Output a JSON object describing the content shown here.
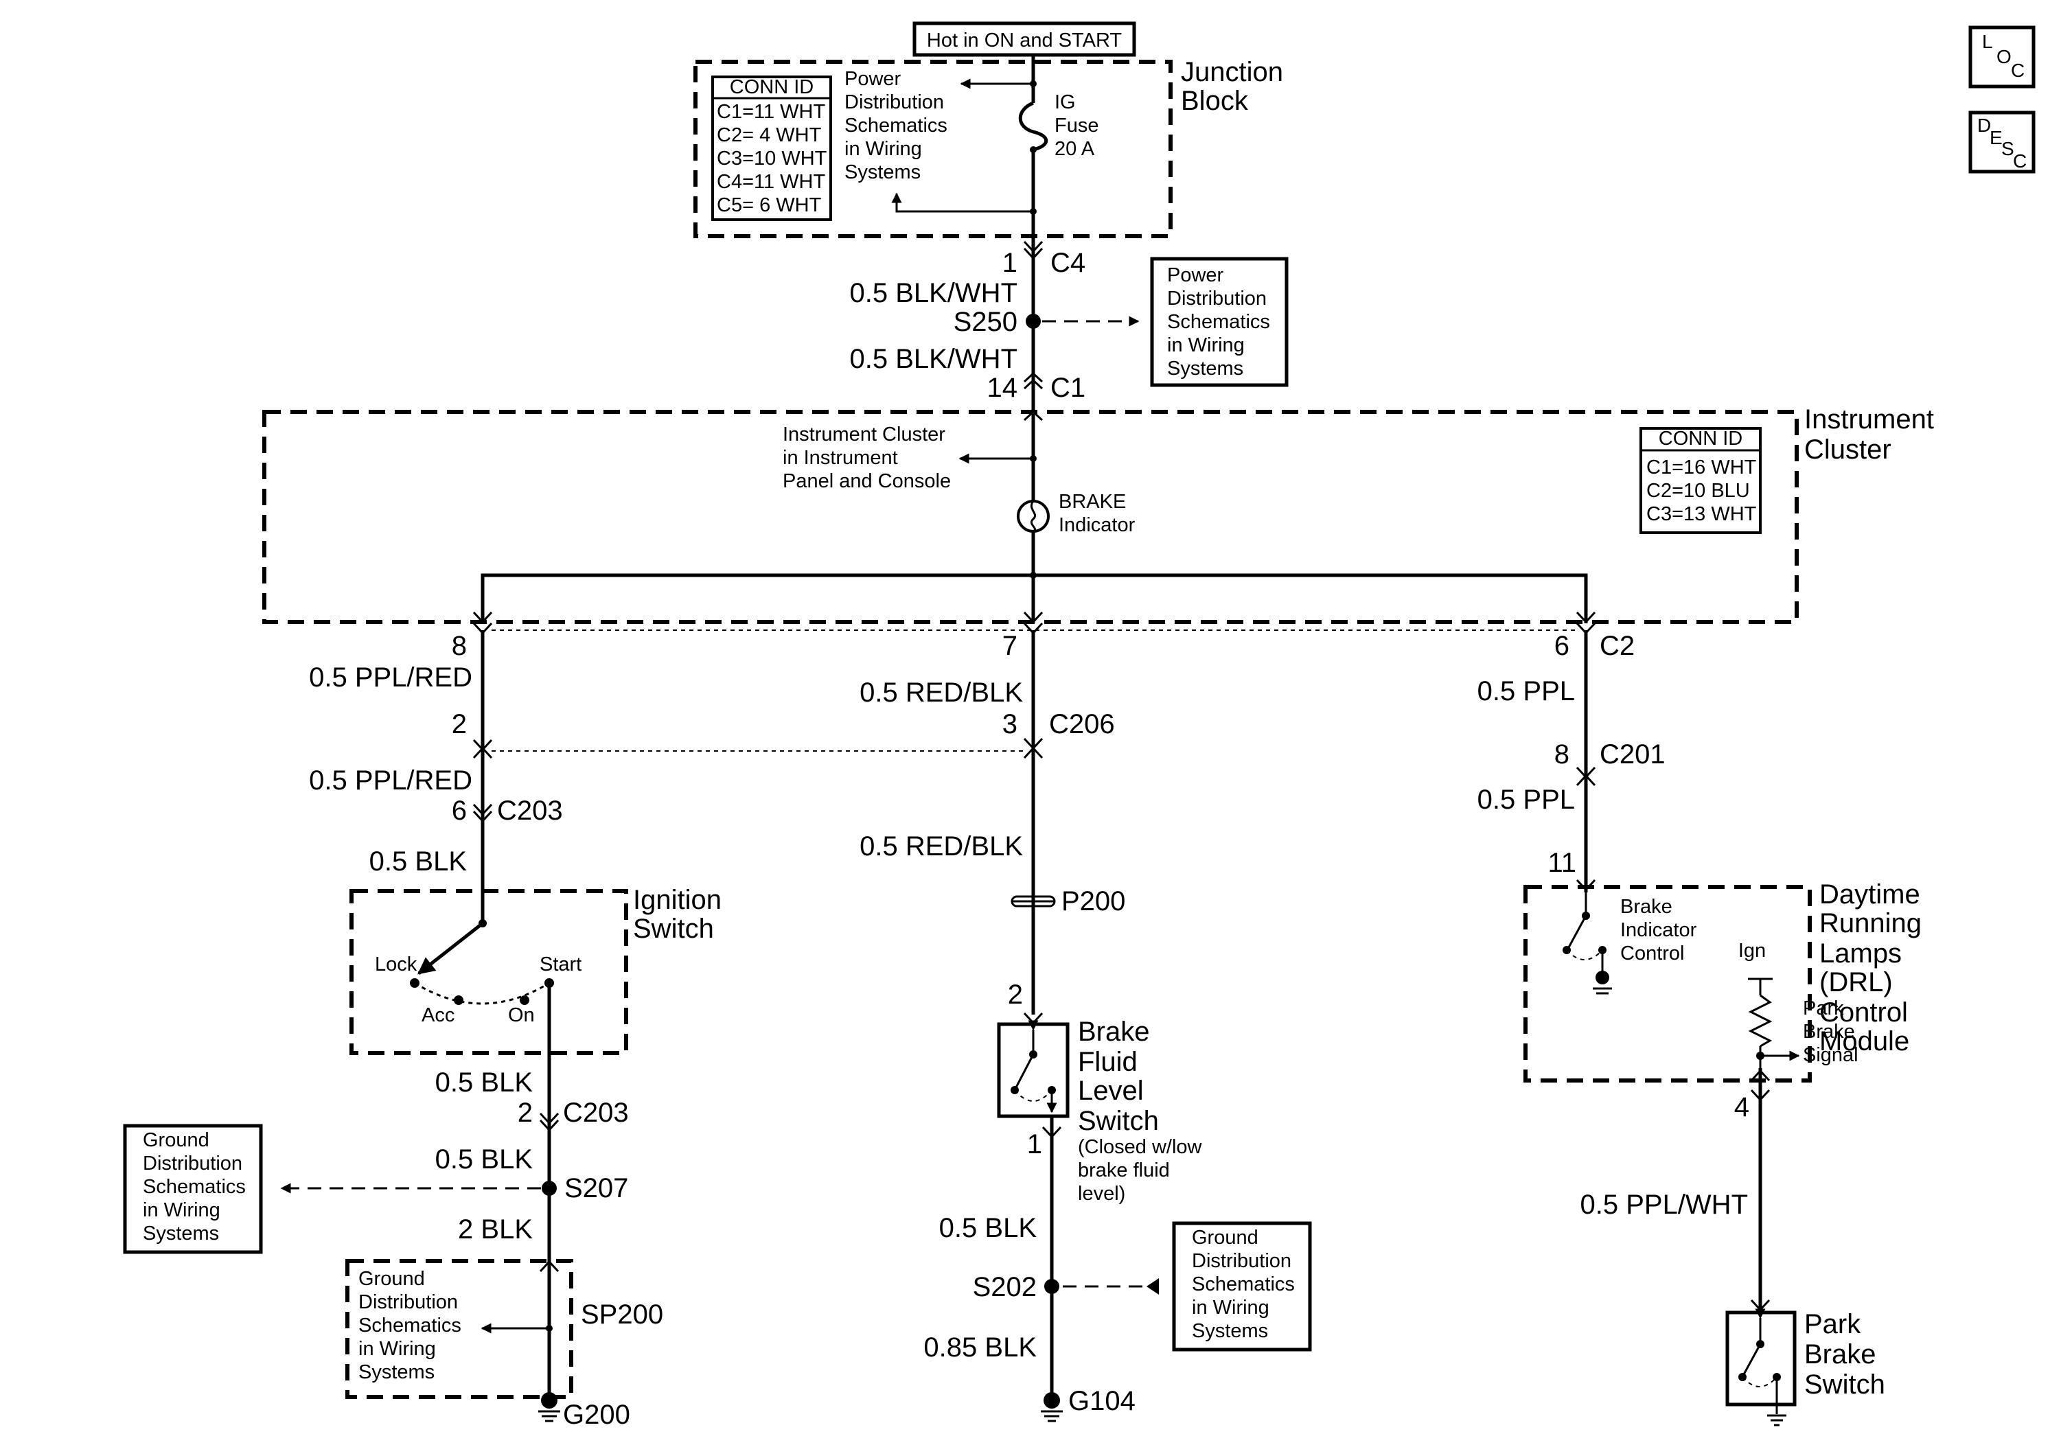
{
  "diagram": {
    "top_box": "Hot in ON and START",
    "junction_block": {
      "title": [
        "Junction",
        "Block"
      ],
      "conn_id_title": "CONN ID",
      "conn_ids": [
        "C1=11 WHT",
        "C2= 4 WHT",
        "C3=10 WHT",
        "C4=11 WHT",
        "C5= 6 WHT"
      ],
      "power_ref": [
        "Power",
        "Distribution",
        "Schematics",
        "in Wiring",
        "Systems"
      ],
      "fuse": [
        "IG",
        "Fuse",
        "20 A"
      ]
    },
    "upper_wire": {
      "pin_c4": "1",
      "conn_c4": "C4",
      "wire_1": "0.5 BLK/WHT",
      "splice": "S250",
      "wire_2": "0.5 BLK/WHT",
      "pin_c1": "14",
      "conn_c1": "C1",
      "power_ref_box": [
        "Power",
        "Distribution",
        "Schematics",
        "in Wiring",
        "Systems"
      ]
    },
    "instrument_cluster": {
      "title": [
        "Instrument",
        "Cluster"
      ],
      "ref": [
        "Instrument Cluster",
        "in Instrument",
        "Panel and Console"
      ],
      "indicator": [
        "BRAKE",
        "Indicator"
      ],
      "conn_id_title": "CONN ID",
      "conn_ids": [
        "C1=16 WHT",
        "C2=10 BLU",
        "C3=13 WHT"
      ]
    },
    "left_branch": {
      "pin_top": "8",
      "wire_1": "0.5 PPL/RED",
      "pin_2": "2",
      "wire_2": "0.5 PPL/RED",
      "pin_6": "6",
      "conn_c203": "C203",
      "wire_3": "0.5 BLK",
      "ignition_title": [
        "Ignition",
        "Switch"
      ],
      "pos_lock": "Lock",
      "pos_acc": "Acc",
      "pos_on": "On",
      "pos_start": "Start",
      "wire_4": "0.5 BLK",
      "pin_c203_2": "2",
      "conn_c203_2": "C203",
      "wire_5": "0.5 BLK",
      "splice": "S207",
      "ground_ref": [
        "Ground",
        "Distribution",
        "Schematics",
        "in Wiring",
        "Systems"
      ],
      "wire_6": "2 BLK",
      "sp_ref": [
        "Ground",
        "Distribution",
        "Schematics",
        "in Wiring",
        "Systems"
      ],
      "sp_label": "SP200",
      "ground": "G200"
    },
    "center_branch": {
      "pin_top": "7",
      "wire_1": "0.5 RED/BLK",
      "pin_3": "3",
      "conn_c206": "C206",
      "wire_2": "0.5 RED/BLK",
      "p200": "P200",
      "pin_2": "2",
      "switch_title": [
        "Brake",
        "Fluid",
        "Level",
        "Switch"
      ],
      "switch_note": [
        "(Closed w/low",
        "brake fluid",
        "level)"
      ],
      "pin_1": "1",
      "wire_3": "0.5 BLK",
      "splice": "S202",
      "ground_ref": [
        "Ground",
        "Distribution",
        "Schematics",
        "in Wiring",
        "Systems"
      ],
      "wire_4": "0.85 BLK",
      "ground": "G104"
    },
    "right_branch": {
      "pin_top": "6",
      "conn_c2": "C2",
      "wire_1": "0.5 PPL",
      "pin_8": "8",
      "conn_c201": "C201",
      "wire_2": "0.5 PPL",
      "pin_11": "11",
      "drl_title": [
        "Daytime",
        "Running",
        "Lamps",
        "(DRL)",
        "Control",
        "Module"
      ],
      "brake_ctrl": [
        "Brake",
        "Indicator",
        "Control"
      ],
      "ign": "Ign",
      "park_signal": [
        "Park",
        "Brake",
        "Signal"
      ],
      "pin_4": "4",
      "wire_3": "0.5 PPL/WHT",
      "park_switch": [
        "Park",
        "Brake",
        "Switch"
      ]
    },
    "icons": {
      "loc": [
        "L",
        "O",
        "C"
      ],
      "desc": [
        "D",
        "E",
        "S",
        "C"
      ]
    }
  }
}
